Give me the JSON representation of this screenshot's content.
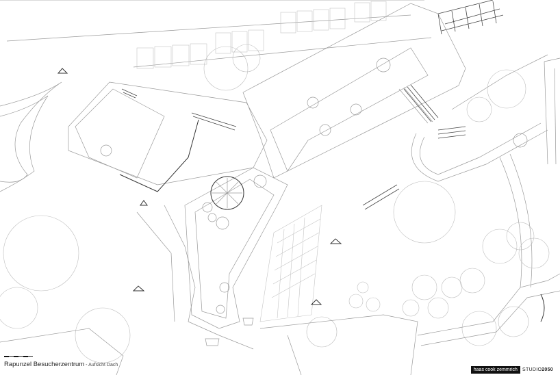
{
  "title": {
    "main": "Rapunzel Besucherzentrum",
    "separator": " - ",
    "subtitle": "Aufsicht Dach"
  },
  "brand": {
    "firm": "haas cook zemmrich",
    "studio_prefix": "STUDIO",
    "studio_number": "2050"
  },
  "scale_bar": {
    "segments": 6
  },
  "colors": {
    "line": "#9a9a9a",
    "dark": "#333333",
    "background": "#ffffff"
  },
  "icons": [
    "north-arrow-marker",
    "level-marker-triangle"
  ]
}
